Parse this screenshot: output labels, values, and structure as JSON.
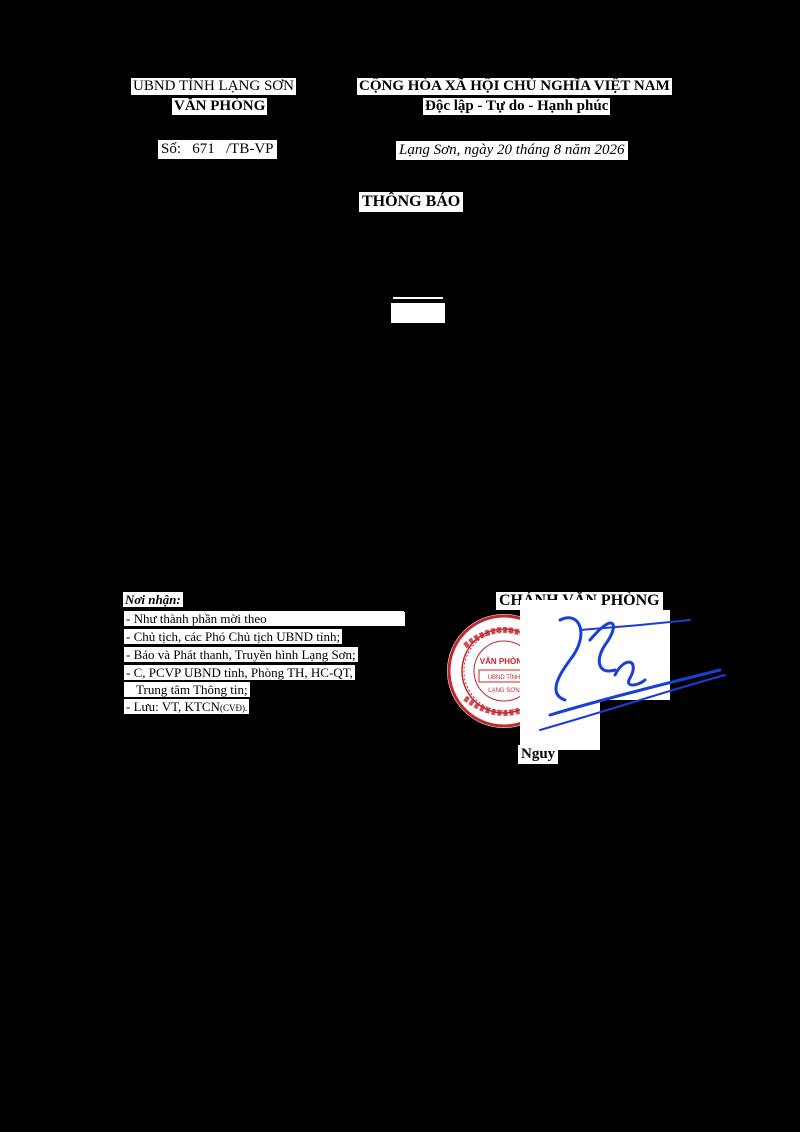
{
  "header_left": {
    "agency": "UBND TỈNH LẠNG SƠN",
    "office": "VĂN PHÒNG",
    "number_label": "Số:",
    "number_value": "671",
    "number_suffix": "/TB-VP"
  },
  "header_right": {
    "nation": "CỘNG HÒA XÃ HỘI CHỦ NGHĨA VIỆT NAM",
    "motto": "Độc lập - Tự do - Hạnh phúc",
    "place_date": "Lạng Sơn, ngày 20 tháng 8 năm 2026"
  },
  "title": "THÔNG BÁO",
  "recipients": {
    "label": "Nơi nhận:",
    "items": [
      "- Như thành phần mời theo",
      "- Chủ tịch, các Phó Chủ tịch UBND tỉnh;",
      "- Báo và Phát thanh, Truyền hình Lạng Sơn;",
      "- C, PCVP UBND tỉnh, Phòng TH, HC-QT,",
      "  Trung tâm Thông tin;",
      "- Lưu: VT, KTCN"
    ],
    "last_note": "(CVĐ)."
  },
  "signature": {
    "title": "CHÁNH VĂN PHÒNG",
    "name_fragment": "Nguy"
  },
  "stamp": {
    "text": "VĂN PHÒNG UBND TỈNH LẠNG SƠN"
  },
  "colors": {
    "background": "#000000",
    "paper": "#ffffff",
    "stamp_red": "#c0282d",
    "signature_blue": "#1a3fd6"
  }
}
